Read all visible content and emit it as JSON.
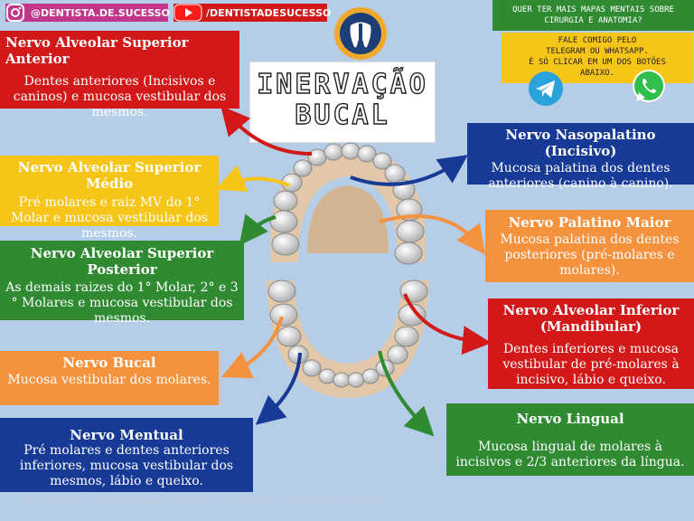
{
  "social": {
    "instagram": "@DENTISTA.DE.SUCESSO",
    "youtube": "/DENTISTADESUCESSO"
  },
  "title": {
    "line1": "INERVAÇÃO",
    "line2": "BUCAL"
  },
  "promo": {
    "line1": "QUER TER MAIS MAPAS MENTAIS SOBRE",
    "line2": "CIRURGIA E ANATOMIA?",
    "line3": "FALE COMIGO PELO",
    "line4": "TELEGRAM OU WHATSAPP.",
    "line5": "É SÓ CLICAR EM UM DOS BOTÕES",
    "line6": "ABAIXO."
  },
  "cards": {
    "asa": {
      "title": "Nervo Alveolar Superior Anterior",
      "body": "Dentes anteriores (Incisivos e caninos) e mucosa vestibular dos mesmos."
    },
    "asm": {
      "title": "Nervo Alveolar Superior Médio",
      "body": "Pré molares e raiz MV do 1° Molar e mucosa vestibular dos mesmos."
    },
    "asp": {
      "title": "Nervo Alveolar Superior Posterior",
      "body": "As demais raizes do 1° Molar, 2° e 3 ° Molares e mucosa vestibular dos mesmos."
    },
    "bucal": {
      "title": "Nervo Bucal",
      "body": "Mucosa vestibular dos molares."
    },
    "mentual": {
      "title": "Nervo Mentual",
      "body": "Pré molares e dentes anteriores inferiores, mucosa vestibular dos mesmos, lábio e queixo."
    },
    "naso": {
      "title": "Nervo Nasopalatino (Incisivo)",
      "body": "Mucosa palatina dos dentes anteriores (canino à canino)."
    },
    "palatino": {
      "title": "Nervo Palatino Maior",
      "body": "Mucosa palatina dos dentes posteriores (pré-molares e molares)."
    },
    "inferior": {
      "title": "Nervo Alveolar Inferior (Mandibular)",
      "body": "Dentes inferiores e mucosa vestibular de pré-molares à incisivo, lábio e queixo."
    },
    "lingual": {
      "title": "Nervo Lingual",
      "body": "Mucosa lingual de molares à incisivos e 2/3 anteriores da língua."
    }
  },
  "footer": "Licenciado para - Marcelo Rodrigues Camargos - 12517812683 - Protegido por Eduzz.com",
  "icons": {
    "instagram": "instagram-icon",
    "youtube": "youtube-icon",
    "logo": "tooth-logo-icon",
    "telegram": "telegram-icon",
    "whatsapp": "whatsapp-icon"
  },
  "colors": {
    "background": "#b5cde6",
    "red": "#d21818",
    "yellow": "#f6c518",
    "green": "#2f8a32",
    "orange": "#f5923e",
    "navy": "#173a96"
  }
}
